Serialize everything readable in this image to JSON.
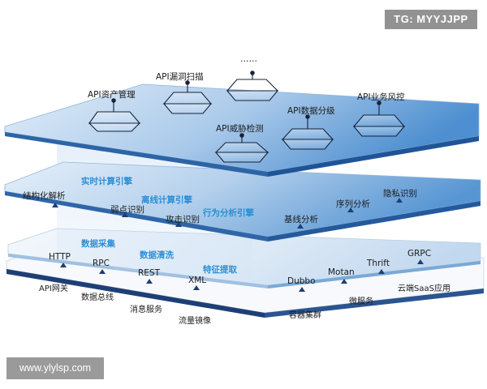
{
  "watermarks": {
    "top": "TG: MYYJJPP",
    "bottom": "www.ylylsp.com"
  },
  "top_layer": {
    "ellipsis": "……",
    "labels": [
      "API资产管理",
      "API漏洞扫描",
      "API数据分级",
      "API业务风控",
      "API威胁检测"
    ]
  },
  "middle_layer": {
    "engines": [
      "实时计算引擎",
      "离线计算引擎",
      "行为分析引擎"
    ],
    "analysis": [
      "结构化解析",
      "弱点识别",
      "攻击识别",
      "基线分析",
      "序列分析",
      "隐私识别"
    ]
  },
  "lower_layer": {
    "stages": [
      "数据采集",
      "数据清洗",
      "特征提取"
    ],
    "protocols": [
      "HTTP",
      "RPC",
      "REST",
      "XML",
      "Dubbo",
      "Motan",
      "Thrift",
      "GRPC"
    ]
  },
  "bottom_labels": [
    "API网关",
    "数据总线",
    "消息服务",
    "流量镜像",
    "容器集群",
    "微服务",
    "云端SaaS应用"
  ],
  "colors": {
    "accent_blue": "#2a8fd6",
    "layer_blue": "#4f8fcf",
    "edge_navy": "#1e3f75"
  }
}
